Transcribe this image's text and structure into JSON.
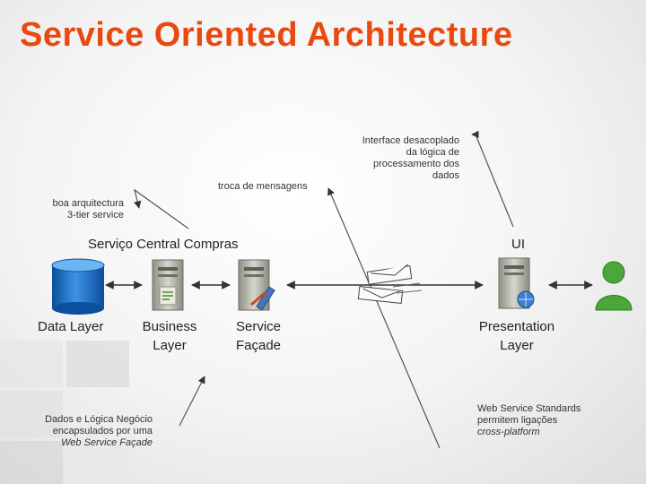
{
  "title": "Service Oriented Architecture",
  "annotations": {
    "mensagens": "troca de mensagens",
    "interface": [
      "Interface desacoplado",
      "da lógica de",
      "processamento dos",
      "dados"
    ],
    "tier": [
      "boa arquitectura",
      "3-tier service"
    ],
    "dados": [
      "Dados e Lógica Negócio",
      "encapsulados por uma",
      "Web Service Façade"
    ],
    "standards": [
      "Web Service Standards",
      "permitem ligações",
      "cross-platform"
    ]
  },
  "groups": {
    "central": "Serviço Central Compras",
    "ui": "UI"
  },
  "layers": {
    "data": "Data Layer",
    "business": [
      "Business",
      "Layer"
    ],
    "service": [
      "Service",
      "Façade"
    ],
    "presentation": [
      "Presentation",
      "Layer"
    ]
  },
  "colors": {
    "title": "#e8490f",
    "database": "#1e6fc6",
    "user": "#4aa83a"
  }
}
